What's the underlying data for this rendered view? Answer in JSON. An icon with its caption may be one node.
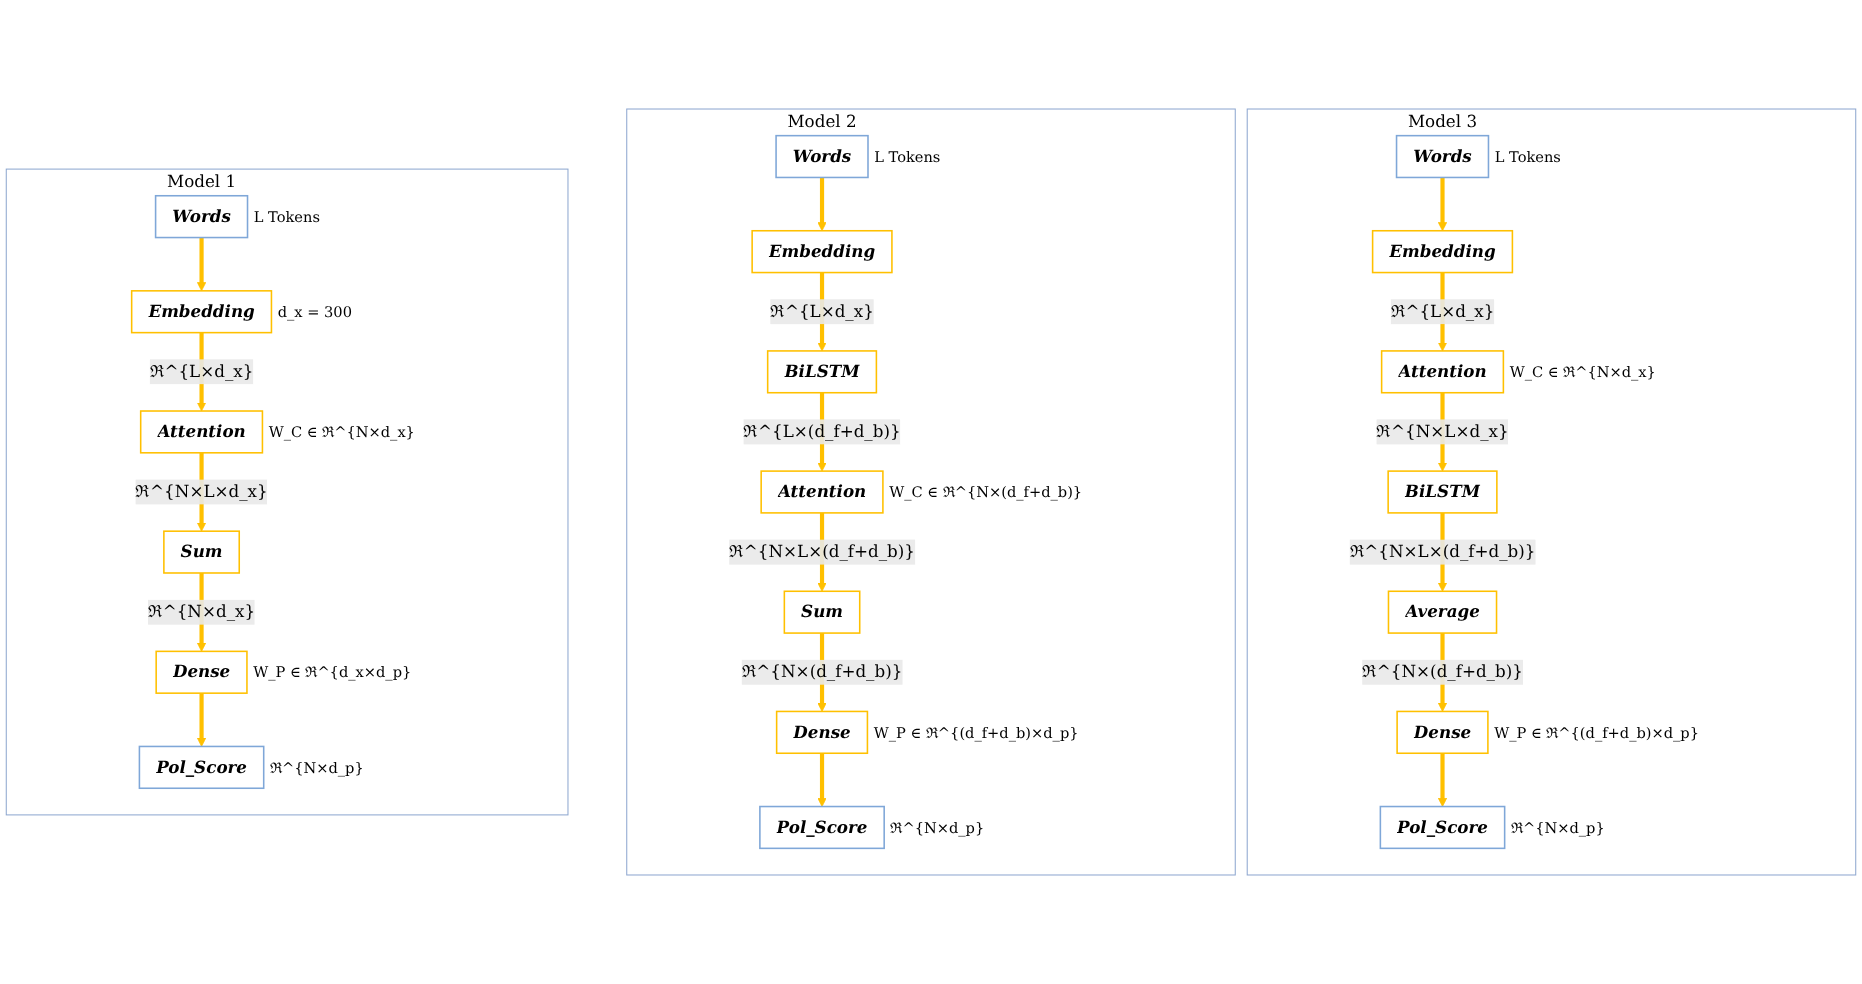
{
  "diagram": {
    "nodes": [
      {
        "text": [
          "Model 1"
        ]
      },
      {
        "text": [
          "Words"
        ],
        "in": 0,
        "beside": [
          "L Tokens"
        ]
      },
      {
        "text": [
          "Embedding"
        ],
        "in": 0,
        "beside": [
          "d_x = 300"
        ]
      },
      {
        "text": [
          "Attention"
        ],
        "in": 0,
        "beside": [
          "W_C ∈ ℜ^{N×d_x}"
        ]
      },
      {
        "text": [
          "Sum"
        ],
        "in": 0
      },
      {
        "text": [
          "Dense"
        ],
        "in": 0,
        "beside": [
          "W_P ∈ ℜ^{d_x×d_p}"
        ]
      },
      {
        "text": [
          "Pol_Score"
        ],
        "in": 0,
        "beside": [
          "ℜ^{N×d_p}"
        ]
      },
      {
        "text": [
          "Model 2"
        ]
      },
      {
        "text": [
          "Words"
        ],
        "in": 7,
        "beside": [
          "L Tokens"
        ]
      },
      {
        "text": [
          "Embedding"
        ],
        "in": 7
      },
      {
        "text": [
          "BiLSTM"
        ],
        "in": 7
      },
      {
        "text": [
          "Attention"
        ],
        "in": 7,
        "beside": [
          "W_C ∈ ℜ^{N×(d_f+d_b)}"
        ]
      },
      {
        "text": [
          "Sum"
        ],
        "in": 7
      },
      {
        "text": [
          "Dense"
        ],
        "in": 7,
        "beside": [
          "W_P ∈ ℜ^{(d_f+d_b)×d_p}"
        ]
      },
      {
        "text": [
          "Pol_Score"
        ],
        "in": 7,
        "beside": [
          "ℜ^{N×d_p}"
        ]
      },
      {
        "text": [
          "Model 3"
        ]
      },
      {
        "text": [
          "Words"
        ],
        "in": 15,
        "beside": [
          "L Tokens"
        ]
      },
      {
        "text": [
          "Embedding"
        ],
        "in": 15
      },
      {
        "text": [
          "Attention"
        ],
        "in": 15,
        "beside": [
          "W_C ∈ ℜ^{N×d_x}"
        ]
      },
      {
        "text": [
          "BiLSTM"
        ],
        "in": 15
      },
      {
        "text": [
          "Average"
        ],
        "in": 15
      },
      {
        "text": [
          "Dense"
        ],
        "in": 15,
        "beside": [
          "W_P ∈ ℜ^{(d_f+d_b)×d_p}"
        ]
      },
      {
        "text": [
          "Pol_Score"
        ],
        "in": 15,
        "beside": [
          "ℜ^{N×d_p}"
        ]
      }
    ],
    "edges": [
      {
        "from": 1,
        "to": 2,
        "arrow": "to"
      },
      {
        "from": 2,
        "to": 3,
        "arrow": "to",
        "label": "ℜ^{L×d_x}"
      },
      {
        "from": 3,
        "to": 4,
        "arrow": "to",
        "label": "ℜ^{N×L×d_x}"
      },
      {
        "from": 4,
        "to": 5,
        "arrow": "to",
        "label": "ℜ^{N×d_x}"
      },
      {
        "from": 5,
        "to": 6,
        "arrow": "to"
      },
      {
        "from": 8,
        "to": 9,
        "arrow": "to"
      },
      {
        "from": 9,
        "to": 10,
        "arrow": "to",
        "label": "ℜ^{L×d_x}"
      },
      {
        "from": 10,
        "to": 11,
        "arrow": "to",
        "label": "ℜ^{L×(d_f+d_b)}"
      },
      {
        "from": 11,
        "to": 12,
        "arrow": "to",
        "label": "ℜ^{N×L×(d_f+d_b)}"
      },
      {
        "from": 12,
        "to": 13,
        "arrow": "to",
        "label": "ℜ^{N×(d_f+d_b)}"
      },
      {
        "from": 13,
        "to": 14,
        "arrow": "to"
      },
      {
        "from": 16,
        "to": 17,
        "arrow": "to"
      },
      {
        "from": 17,
        "to": 18,
        "arrow": "to",
        "label": "ℜ^{L×d_x}"
      },
      {
        "from": 18,
        "to": 19,
        "arrow": "to",
        "label": "ℜ^{N×L×d_x}"
      },
      {
        "from": 19,
        "to": 20,
        "arrow": "to",
        "label": "ℜ^{N×L×(d_f+d_b)}"
      },
      {
        "from": 20,
        "to": 21,
        "arrow": "to",
        "label": "ℜ^{N×(d_f+d_b)}"
      },
      {
        "from": 21,
        "to": 22,
        "arrow": "to"
      }
    ]
  }
}
